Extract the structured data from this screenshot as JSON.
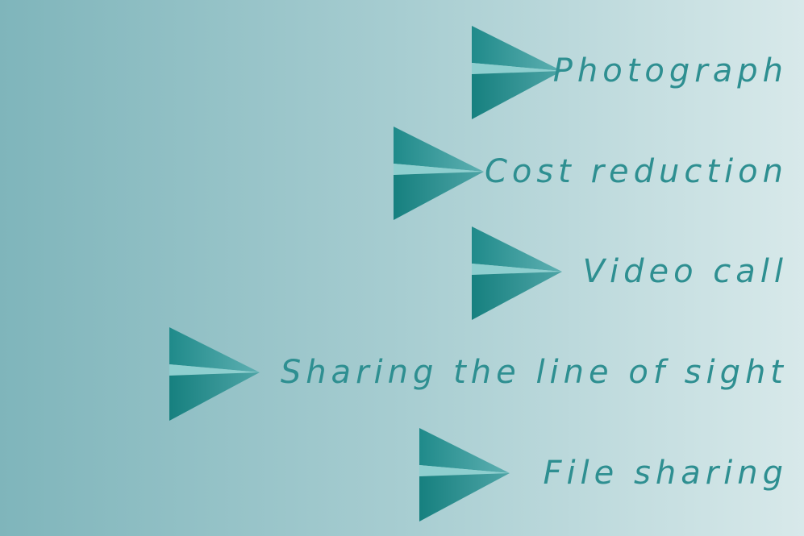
{
  "colors": {
    "plane_dark": "#1e8585",
    "plane_light": "#7fc6c6",
    "text": "#2e8f91",
    "dash": "#2f4f52"
  },
  "items": [
    {
      "label": "Photograph"
    },
    {
      "label": "Cost reduction"
    },
    {
      "label": "Video call"
    },
    {
      "label": "Sharing the line of sight"
    },
    {
      "label": "File sharing"
    }
  ]
}
